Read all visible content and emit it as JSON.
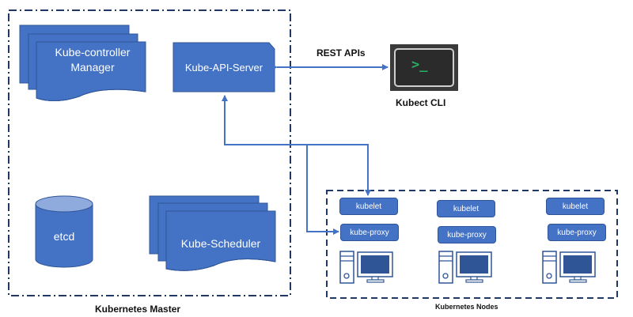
{
  "title": "Kubernetes Architecture",
  "master": {
    "label": "Kubernetes Master",
    "controller_manager": "Kube-controller Manager",
    "controller_manager_lines": [
      "Kube-controller",
      "Manager"
    ],
    "api_server": "Kube-API-Server",
    "etcd": "etcd",
    "scheduler": "Kube-Scheduler"
  },
  "cli": {
    "label": "Kubect CLI",
    "prompt_glyph": ">_",
    "connection_label": "REST APIs"
  },
  "nodes": {
    "label": "Kubernetes Nodes",
    "items": [
      {
        "kubelet": "kubelet",
        "proxy": "kube-proxy",
        "icon": "computer-icon"
      },
      {
        "kubelet": "kubelet",
        "proxy": "kube-proxy",
        "icon": "computer-icon"
      },
      {
        "kubelet": "kubelet",
        "proxy": "kube-proxy",
        "icon": "computer-icon"
      }
    ]
  },
  "colors": {
    "shape_fill": "#4472c4",
    "shape_stroke": "#2f5597",
    "border": "#1f3864",
    "connector": "#4472c4",
    "terminal_bg": "#2b2b2b",
    "terminal_prompt": "#27ae60"
  }
}
